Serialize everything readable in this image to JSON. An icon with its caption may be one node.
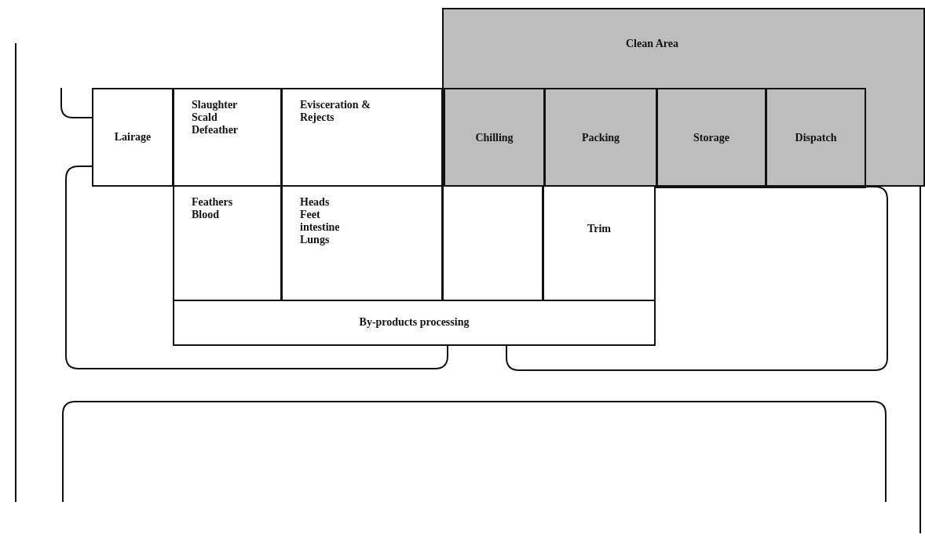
{
  "diagram": {
    "nodes": [
      {
        "text": [
          "Clean Area"
        ]
      },
      {
        "text": [
          "Lairage"
        ]
      },
      {
        "text": [
          "Slaughter Scald Defeather"
        ]
      },
      {
        "text": [
          "Evisceration & Rejects"
        ]
      },
      {
        "text": [
          "Chilling"
        ],
        "in": 0
      },
      {
        "text": [
          "Packing"
        ],
        "in": 0
      },
      {
        "text": [
          "Storage"
        ],
        "in": 0
      },
      {
        "text": [
          "Dispatch"
        ],
        "in": 0
      },
      {
        "text": [
          "Feathers Blood"
        ]
      },
      {
        "text": [
          "Heads Feet intestine Lungs"
        ]
      },
      {
        "text": [],
        "shape": "box"
      },
      {
        "text": [
          "Trim"
        ]
      },
      {
        "text": [
          "By-products processing"
        ]
      }
    ],
    "edges": []
  }
}
